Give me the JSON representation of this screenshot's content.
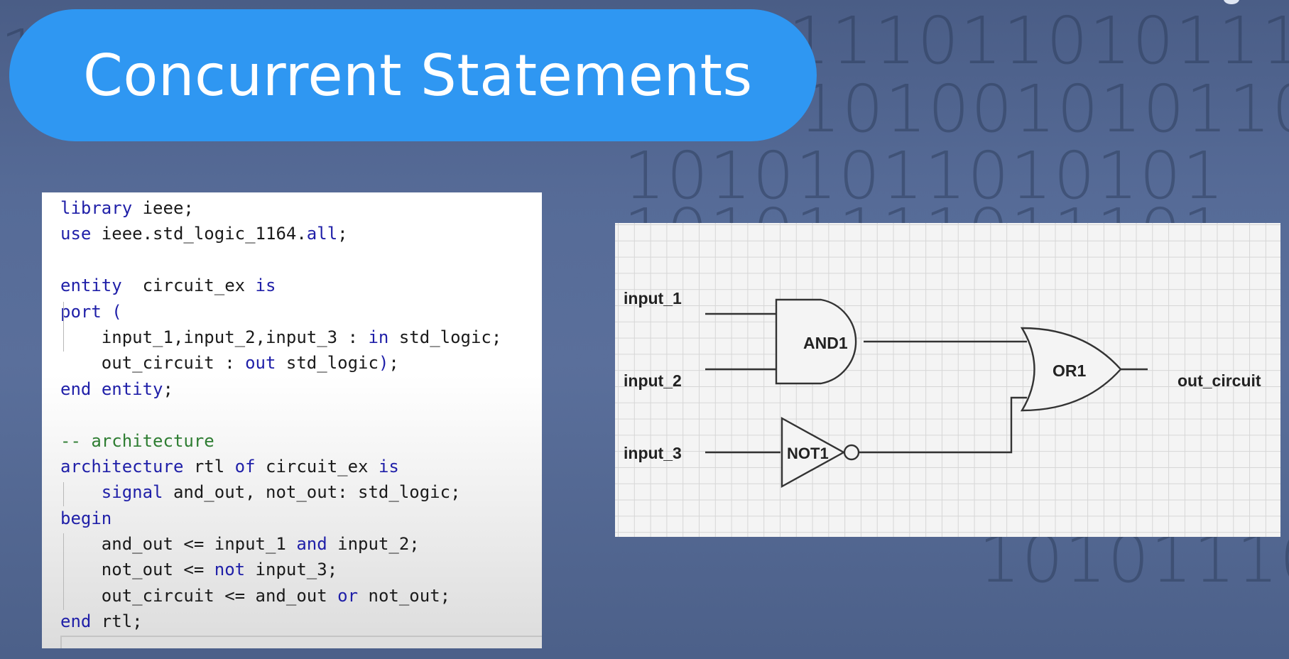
{
  "slide": {
    "title": "Concurrent Statements",
    "background_binary": [
      "11101101011101",
      "1010010101101",
      "10101011010101",
      "10101111011101",
      "10101110",
      "1"
    ]
  },
  "code": {
    "language": "VHDL",
    "lines": [
      [
        {
          "t": "library",
          "k": "kw"
        },
        {
          "t": " ieee;"
        }
      ],
      [
        {
          "t": "use",
          "k": "kw"
        },
        {
          "t": " ieee.std_logic_1164."
        },
        {
          "t": "all",
          "k": "kw"
        },
        {
          "t": ";"
        }
      ],
      [],
      [
        {
          "t": "entity",
          "k": "kw"
        },
        {
          "t": "  circuit_ex "
        },
        {
          "t": "is",
          "k": "kw"
        }
      ],
      [
        {
          "t": "port",
          "k": "kw"
        },
        {
          "t": " ",
          "k": ""
        },
        {
          "t": "(",
          "k": "kw"
        }
      ],
      [
        {
          "t": "    input_1,input_2,input_3 : "
        },
        {
          "t": "in",
          "k": "kw"
        },
        {
          "t": " std_logic;"
        }
      ],
      [
        {
          "t": "    out_circuit : "
        },
        {
          "t": "out",
          "k": "kw"
        },
        {
          "t": " std_logic"
        },
        {
          "t": ")",
          "k": "kw"
        },
        {
          "t": ";"
        }
      ],
      [
        {
          "t": "end",
          "k": "kw"
        },
        {
          "t": " "
        },
        {
          "t": "entity",
          "k": "kw"
        },
        {
          "t": ";"
        }
      ],
      [],
      [
        {
          "t": "-- architecture",
          "k": "cm"
        }
      ],
      [
        {
          "t": "architecture",
          "k": "kw"
        },
        {
          "t": " rtl "
        },
        {
          "t": "of",
          "k": "kw"
        },
        {
          "t": " circuit_ex "
        },
        {
          "t": "is",
          "k": "kw"
        }
      ],
      [
        {
          "t": "    "
        },
        {
          "t": "signal",
          "k": "kw"
        },
        {
          "t": " and_out, not_out: std_logic;"
        }
      ],
      [
        {
          "t": "begin",
          "k": "kw"
        }
      ],
      [
        {
          "t": "    and_out <= input_1 "
        },
        {
          "t": "and",
          "k": "kw"
        },
        {
          "t": " input_2;"
        }
      ],
      [
        {
          "t": "    not_out <= "
        },
        {
          "t": "not",
          "k": "kw"
        },
        {
          "t": " input_3;"
        }
      ],
      [
        {
          "t": "    out_circuit <= and_out "
        },
        {
          "t": "or",
          "k": "kw"
        },
        {
          "t": " not_out;"
        }
      ],
      [
        {
          "t": "end",
          "k": "kw"
        },
        {
          "t": " rtl;"
        }
      ]
    ]
  },
  "diagram": {
    "inputs": [
      "input_1",
      "input_2",
      "input_3"
    ],
    "output": "out_circuit",
    "gates": {
      "and": "AND1",
      "or": "OR1",
      "not": "NOT1"
    }
  },
  "colors": {
    "title_pill": "#2f97f2",
    "keyword": "#1f1fa8",
    "comment": "#2e7d32"
  }
}
